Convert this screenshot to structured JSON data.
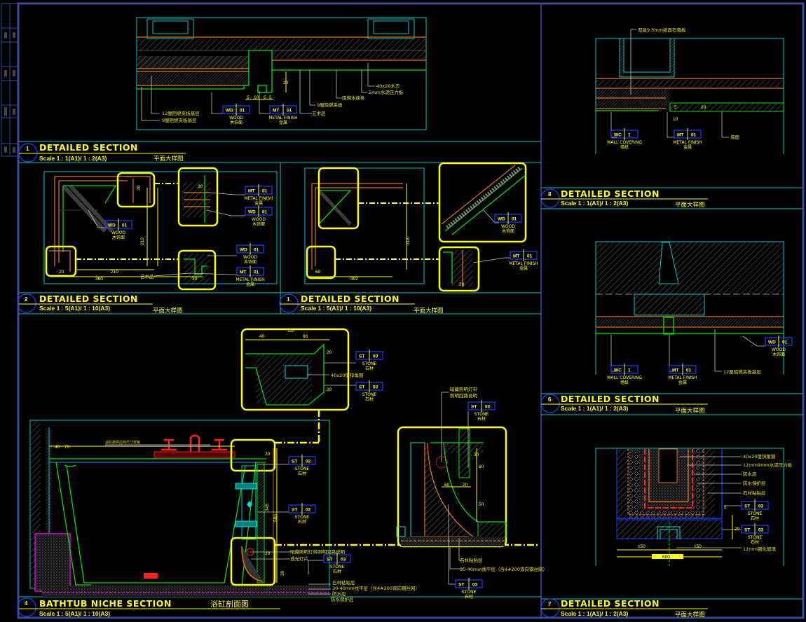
{
  "colors": {
    "background": "#000000",
    "frame": "#3a4a9a",
    "panel_line": "#00c8c8",
    "title": "#ffff00",
    "material": "#00e000",
    "wood": "#e07a10",
    "tag_border": "#2040ff",
    "stone_boundary": "#2040ff",
    "red": "#ff2020"
  },
  "sections": {
    "top_left": {
      "number": "1",
      "title": "DETAILED SECTION",
      "scale": "Scale 1 : 1(A1)/ 1 : 2(A3)",
      "subtitle": "平面大样图"
    },
    "mid_left": {
      "number": "2",
      "title": "DETAILED SECTION",
      "scale": "Scale 1 : 5(A1)/ 1 : 10(A3)",
      "subtitle": "平面大样图"
    },
    "mid_center": {
      "number": "1",
      "title": "DETAILED SECTION",
      "scale": "Scale 1 : 5(A1)/ 1 : 10(A3)",
      "subtitle": "平面大样图"
    },
    "bathtub": {
      "number": "4",
      "title": "BATHTUB NICHE SECTION",
      "scale": "Scale 1 : 5(A1)/ 1 : 10(A3)",
      "subtitle": "浴缸剖面图"
    },
    "right_top": {
      "number": "8",
      "title": "DETAILED SECTION",
      "scale": "Scale 1 : 1(A1)/ 1 : 2(A3)",
      "subtitle": "平面大样图"
    },
    "right_mid": {
      "number": "6",
      "title": "DETAILED SECTION",
      "scale": "Scale 1 : 1(A1)/ 1 : 2(A3)",
      "subtitle": "平面大样图"
    },
    "right_bottom": {
      "number": "7",
      "title": "DETAILED SECTION",
      "scale": "Scale 1 : 1(A1)/ 1 : 2(A3)",
      "subtitle": "平面大样图"
    }
  },
  "tags": {
    "wd01": {
      "code": "WD",
      "num": "01",
      "en": "WOOD",
      "cn": "木饰面"
    },
    "mt01": {
      "code": "MT",
      "num": "01",
      "en": "METAL FINISH",
      "cn": "金属"
    },
    "st02": {
      "code": "ST",
      "num": "02",
      "en": "STONE",
      "cn": "石材"
    },
    "st03": {
      "code": "ST",
      "num": "03",
      "en": "STONE",
      "cn": "石材"
    },
    "wc1": {
      "code": "WC",
      "num": "1",
      "en": "WALL COVERING",
      "cn": "墙纸"
    }
  },
  "notes": {
    "tl_ply12": "12厘阻燃夹板基层",
    "tl_ply9": "9厘阻燃夹板基层",
    "tl_art": "艺术品",
    "tl_ply9b": "9厘阻燃夹板",
    "tl_batten": "阻燃木挂条",
    "tl_board": "5mm水泥压力板",
    "tl_timber": "40x20木方",
    "ml_art": "艺术品",
    "rt_gypsum": "双层9.5mm纸面石膏板",
    "rt_wall": "墙面",
    "rm_ply": "12厘阻燃夹板基层",
    "rb_steel": "40x20镀锌角钢",
    "rb_board": "12mm9mm水泥压力板",
    "rb_water": "防水层",
    "rb_protect": "防水保护层",
    "rb_adhesive": "石材粘贴层",
    "rb_glass": "12mm钢化玻璃",
    "bt_light": "暗藏照明灯带照明回路说明",
    "bt_lens": "透光灯片",
    "bt_adhesive": "石材粘贴层",
    "bt_screed": "30-40mm找平层（含4#200双向钢丝网）",
    "bt_water": "防水层",
    "bt_protect": "防水保护层",
    "bt_tub_note": "浴缸按供应商尺寸安装",
    "dt_light": "暗藏照明灯带",
    "dt_light2": "照明回路说明",
    "dt_adhesive": "石材粘贴层",
    "dt_screed": "30-40mm找平层（含4#200双向钢丝网）",
    "ni_timber": "40x20镀锌角钢"
  },
  "dims": {
    "tl_a": "20",
    "tl_b": "5",
    "tl_c": "10",
    "tl_d": "5",
    "tl_e": "5",
    "ml_a": "360",
    "ml_b": "210",
    "ml_c": "210",
    "ml_d": "20",
    "ml_e": "20",
    "ml_f": "30",
    "ml_g": "30",
    "mc_a": "392",
    "mc_b": "50",
    "mc_c": "318",
    "mc_d": "20",
    "rt_a": "5",
    "rt_b": "10",
    "rt_c": "20",
    "rb_a": "150",
    "rb_b": "150",
    "rb_c": "5",
    "rb_d": "20",
    "rb_e": "600",
    "ni_a": "40",
    "ni_b": "66",
    "ni_c": "110",
    "ni_d": "20",
    "ni_e": "20",
    "bt_a": "40",
    "bt_b": "70",
    "bt_c": "20",
    "bt_d": "345",
    "bt_e": "580",
    "bt_f": "20",
    "bt_g": "30",
    "dt_a": "50",
    "dt_b": "20",
    "dt_c": "60",
    "dt_d": "50",
    "dt_e": "30"
  }
}
